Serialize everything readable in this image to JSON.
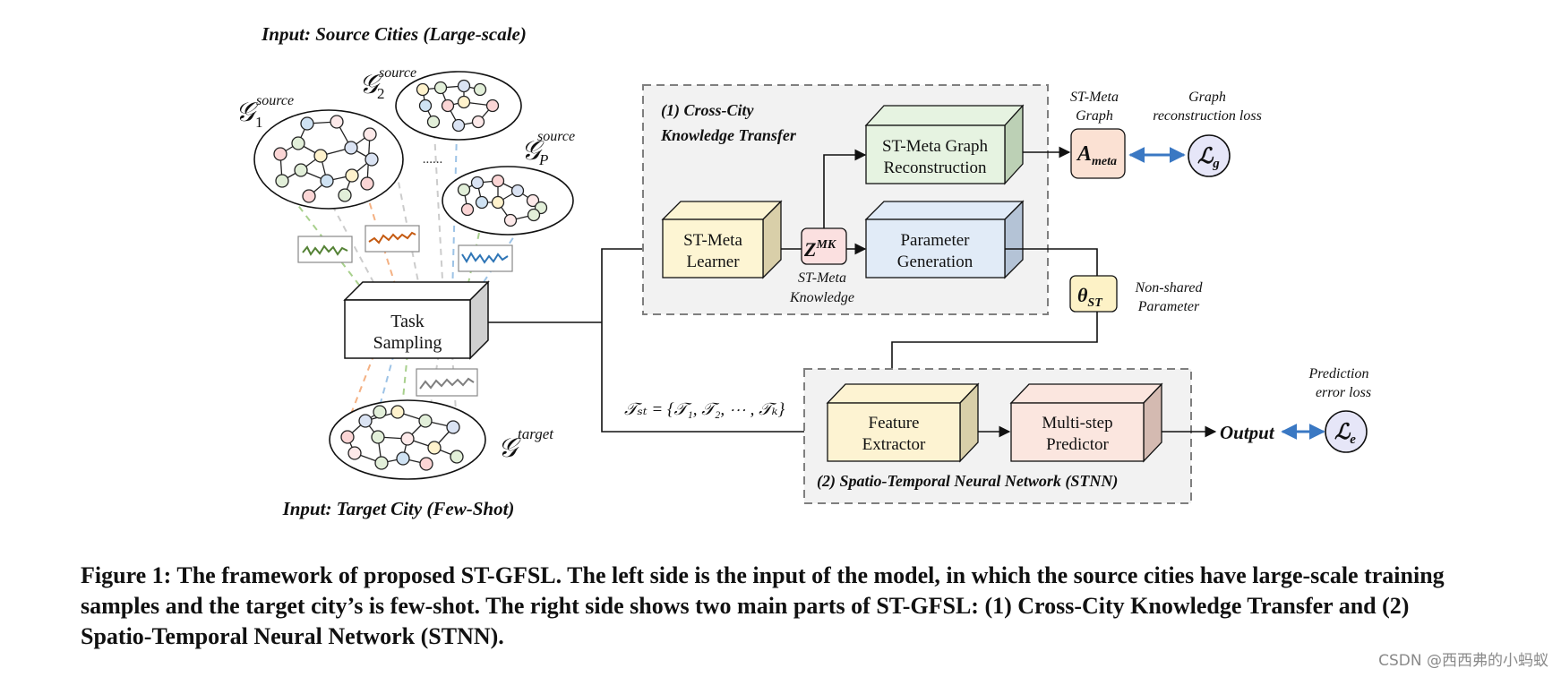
{
  "inputs": {
    "source_title": "Input: Source Cities (Large-scale)",
    "target_title": "Input: Target City (Few-Shot)",
    "g1": "𝒢",
    "g1_sub": "1",
    "g1_sup": "source",
    "g2": "𝒢",
    "g2_sub": "2",
    "g2_sup": "source",
    "gp": "𝒢",
    "gp_sub": "P",
    "gp_sup": "source",
    "ellipsis": "......",
    "gt": "𝒢",
    "gt_sup": "target"
  },
  "task_sampling": {
    "line1": "Task",
    "line2": "Sampling"
  },
  "task_set": "𝒯ₛₜ = {𝒯₁, 𝒯₂, ⋯ , 𝒯ₖ}",
  "module1": {
    "title_line1": "(1) Cross-City",
    "title_line2": "Knowledge Transfer",
    "learner_line1": "ST-Meta",
    "learner_line2": "Learner",
    "zmk": "Z",
    "zmk_sup": "MK",
    "zmk_label_line1": "ST-Meta",
    "zmk_label_line2": "Knowledge",
    "recon_line1": "ST-Meta Graph",
    "recon_line2": "Reconstruction",
    "param_line1": "Parameter",
    "param_line2": "Generation"
  },
  "outputs_top": {
    "ameta": "A",
    "ameta_sub": "meta",
    "ameta_label_line1": "ST-Meta",
    "ameta_label_line2": "Graph",
    "lg": "ℒ",
    "lg_sub": "g",
    "lg_label_line1": "Graph",
    "lg_label_line2": "reconstruction loss",
    "theta": "θ",
    "theta_sub": "ST",
    "theta_label_line1": "Non-shared",
    "theta_label_line2": "Parameter"
  },
  "module2": {
    "title": "(2) Spatio-Temporal Neural Network (STNN)",
    "feature_line1": "Feature",
    "feature_line2": "Extractor",
    "predictor_line1": "Multi-step",
    "predictor_line2": "Predictor",
    "output": "Output",
    "le": "ℒ",
    "le_sub": "e",
    "le_label_line1": "Prediction",
    "le_label_line2": "error loss"
  },
  "caption": "Figure 1: The framework of proposed ST-GFSL. The left side is the input of the model, in which the source cities have large-scale training samples and the target city’s is few-shot. The right side shows two main parts of ST-GFSL: (1) Cross-City Knowledge Transfer and (2) Spatio-Temporal Neural Network (STNN).",
  "watermark": "CSDN @西西弗的小蚂蚁",
  "colors": {
    "learner": "#fdf5d3",
    "recon": "#e6f3e1",
    "param": "#e1ebf7",
    "zmk": "#fbe0e0",
    "ameta": "#fbe1d3",
    "theta": "#fdf2c6",
    "loss": "#e6e6f8",
    "feature": "#fdf3d2",
    "predictor": "#fbe6df",
    "dashed_panel": "#f2f2f2",
    "bidir_arrow": "#3a78c3"
  }
}
